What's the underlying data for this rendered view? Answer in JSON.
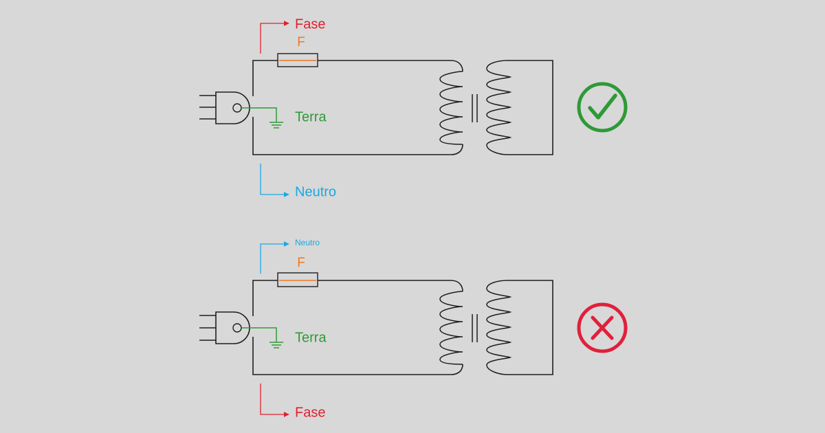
{
  "colors": {
    "background": "#d8d8d8",
    "wire": "#1e1e1e",
    "fase": "#e0202e",
    "neutro": "#1aa8e0",
    "terra": "#2e9a36",
    "fuse": "#f07820",
    "correct": "#2e9a36",
    "wrong": "#e0203c"
  },
  "diagrams": [
    {
      "top_label": "Fase",
      "fuse_label": "F",
      "ground_label": "Terra",
      "bottom_label": "Neutro",
      "status": "correct",
      "status_icon": "check-circle-icon"
    },
    {
      "top_label": "Neutro",
      "fuse_label": "F",
      "ground_label": "Terra",
      "bottom_label": "Fase",
      "status": "wrong",
      "status_icon": "x-circle-icon"
    }
  ]
}
